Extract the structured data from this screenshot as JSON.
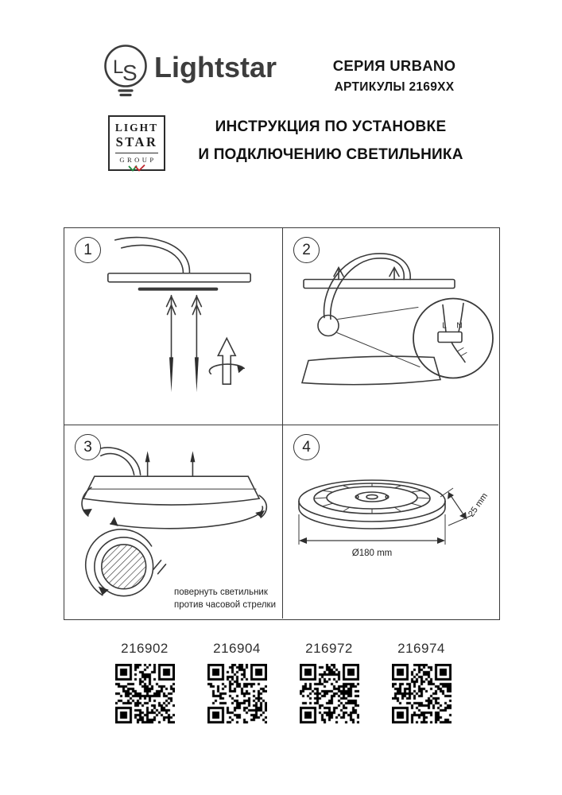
{
  "colors": {
    "ink": "#2e2e2e",
    "accent_red": "#c1272d",
    "accent_green": "#1e8a3e"
  },
  "header": {
    "brand": "Lightstar",
    "logo_monogram_l": "L",
    "logo_monogram_s": "S",
    "series_line1": "СЕРИЯ URBANO",
    "series_line2": "АРТИКУЛЫ 2169XX",
    "title_line1": "ИНСТРУКЦИЯ ПО УСТАНОВКЕ",
    "title_line2": "И ПОДКЛЮЧЕНИЮ СВЕТИЛЬНИКА"
  },
  "group_logo": {
    "line1": "LIGHT",
    "line2": "STAR",
    "line3": "GROUP"
  },
  "steps": {
    "s1": {
      "number": "1"
    },
    "s2": {
      "number": "2",
      "label_l": "L",
      "label_n": "N"
    },
    "s3": {
      "number": "3",
      "note1": "повернуть светильник",
      "note2": "против часовой стрелки"
    },
    "s4": {
      "number": "4",
      "dim_diameter": "Ø180 mm",
      "dim_height": "25 mm"
    }
  },
  "qr": {
    "items": [
      {
        "label": "216902"
      },
      {
        "label": "216904"
      },
      {
        "label": "216972"
      },
      {
        "label": "216974"
      }
    ]
  }
}
